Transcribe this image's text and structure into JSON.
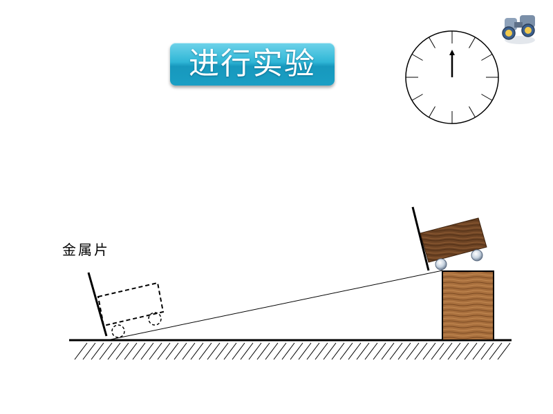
{
  "title_button": {
    "label": "进行实验"
  },
  "labels": {
    "metal_sheet": "金属片"
  },
  "icons": {
    "binoculars": "binoculars-icon",
    "stopwatch": "stopwatch-dial"
  },
  "colors": {
    "button_top": "#6fd3ea",
    "button_bottom": "#1798bd",
    "wood_dark": "#7a4a24",
    "wood_light": "#b27a45",
    "line": "#000000"
  }
}
